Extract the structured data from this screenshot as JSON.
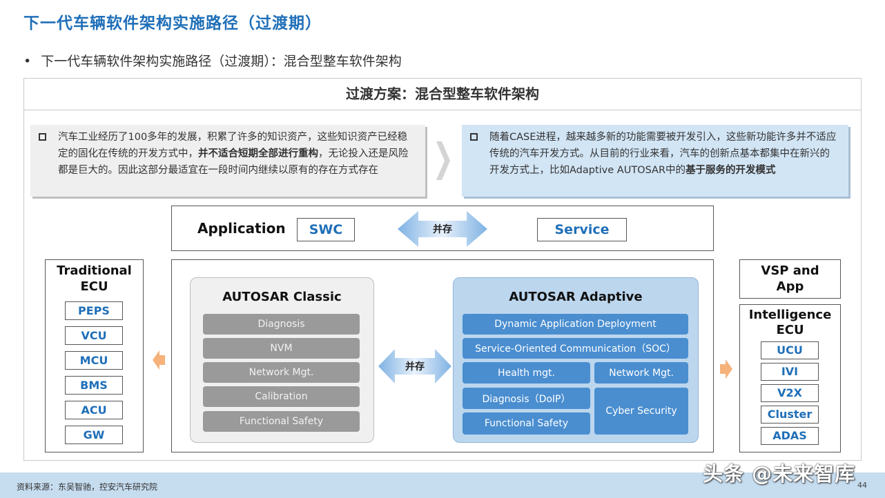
{
  "title": "下一代车辆软件架构实施路径（过渡期）",
  "bullet": "下一代车辆软件架构实施路径（过渡期）：混合型整车软件架构",
  "bullet_dot": "•",
  "scheme_title": "过渡方案：混合型整车软件架构",
  "note_left": {
    "text_before": "汽车工业经历了100多年的发展，积累了许多的知识资产，这些知识资产已经稳定的固化在传统的开发方式中，",
    "text_bold": "并不适合短期全部进行重构",
    "text_after": "，无论投入还是风险都是巨大的。因此这部分最适宜在一段时间内继续以原有的存在方式存在"
  },
  "note_right": {
    "text_before": "随着CASE进程，越来越多新的功能需要被开发引入，这些新功能许多并不适应传统的汽车开发方式。从目前的行业来看，汽车的创新点基本都集中在新兴的开发方式上，比如Adaptive AUTOSAR中的",
    "text_bold": "基于服务的开发模式"
  },
  "application": {
    "label": "Application",
    "swc": "SWC",
    "service": "Service",
    "coexist": "并存"
  },
  "classic": {
    "title": "AUTOSAR Classic",
    "items": [
      "Diagnosis",
      "NVM",
      "Network Mgt.",
      "Calibration",
      "Functional Safety"
    ]
  },
  "middle_coexist": "并存",
  "adaptive": {
    "title": "AUTOSAR Adaptive",
    "dynamic": "Dynamic Application Deployment",
    "soc": "Service-Oriented Communication（SOC）",
    "health": "Health mgt.",
    "network": "Network Mgt.",
    "diagnosis": "Diagnosis（DoIP）",
    "cyber": "Cyber Security",
    "fsafety": "Functional Safety"
  },
  "traditional": {
    "title_line1": "Traditional",
    "title_line2": "ECU",
    "items": [
      "PEPS",
      "VCU",
      "MCU",
      "BMS",
      "ACU",
      "GW"
    ]
  },
  "vsp": {
    "line1": "VSP and",
    "line2": "App"
  },
  "intelligence": {
    "title_line1": "Intelligence",
    "title_line2": "ECU",
    "items": [
      "UCU",
      "IVI",
      "V2X",
      "Cluster",
      "ADAS"
    ]
  },
  "footer": "资料来源：东吴智驰，控安汽车研究院",
  "page_number": "44",
  "watermark": "头条 @未来智库",
  "colors": {
    "title_blue": "#1f6fb8",
    "adaptive_bar": "#4a8ed0",
    "classic_bar": "#9a9a9a",
    "arrow_orange": "#f6b27a"
  }
}
